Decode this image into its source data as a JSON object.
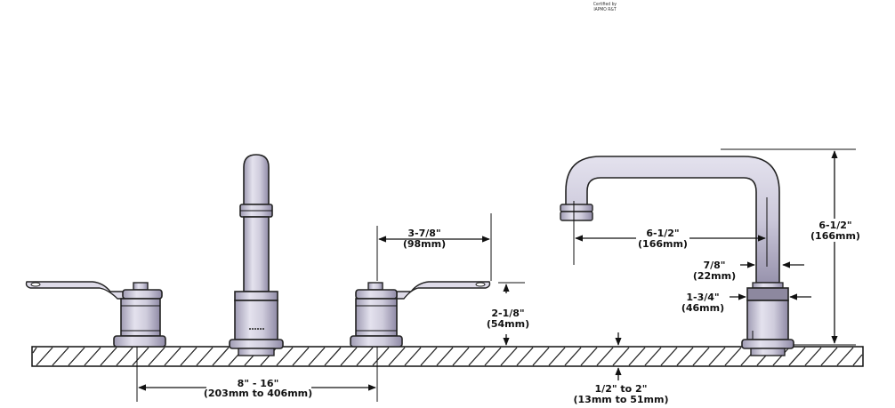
{
  "certification": {
    "line1": "Certified by",
    "line2": "IAPMO R&T"
  },
  "dimensions": {
    "handle_spacing": {
      "imperial": "3-7/8\"",
      "metric": "(98mm)"
    },
    "handle_height": {
      "imperial": "2-1/8\"",
      "metric": "(54mm)"
    },
    "spread": {
      "imperial": "8\" - 16\"",
      "metric": "(203mm to 406mm)"
    },
    "deck_thickness": {
      "imperial": "1/2\" to 2\"",
      "metric": "(13mm to 51mm)"
    },
    "spout_reach": {
      "imperial": "6-1/2\"",
      "metric": "(166mm)"
    },
    "spout_height": {
      "imperial": "6-1/2\"",
      "metric": "(166mm)"
    },
    "spout_neck": {
      "imperial": "7/8\"",
      "metric": "(22mm)"
    },
    "spout_base": {
      "imperial": "1-3/4\"",
      "metric": "(46mm)"
    }
  }
}
